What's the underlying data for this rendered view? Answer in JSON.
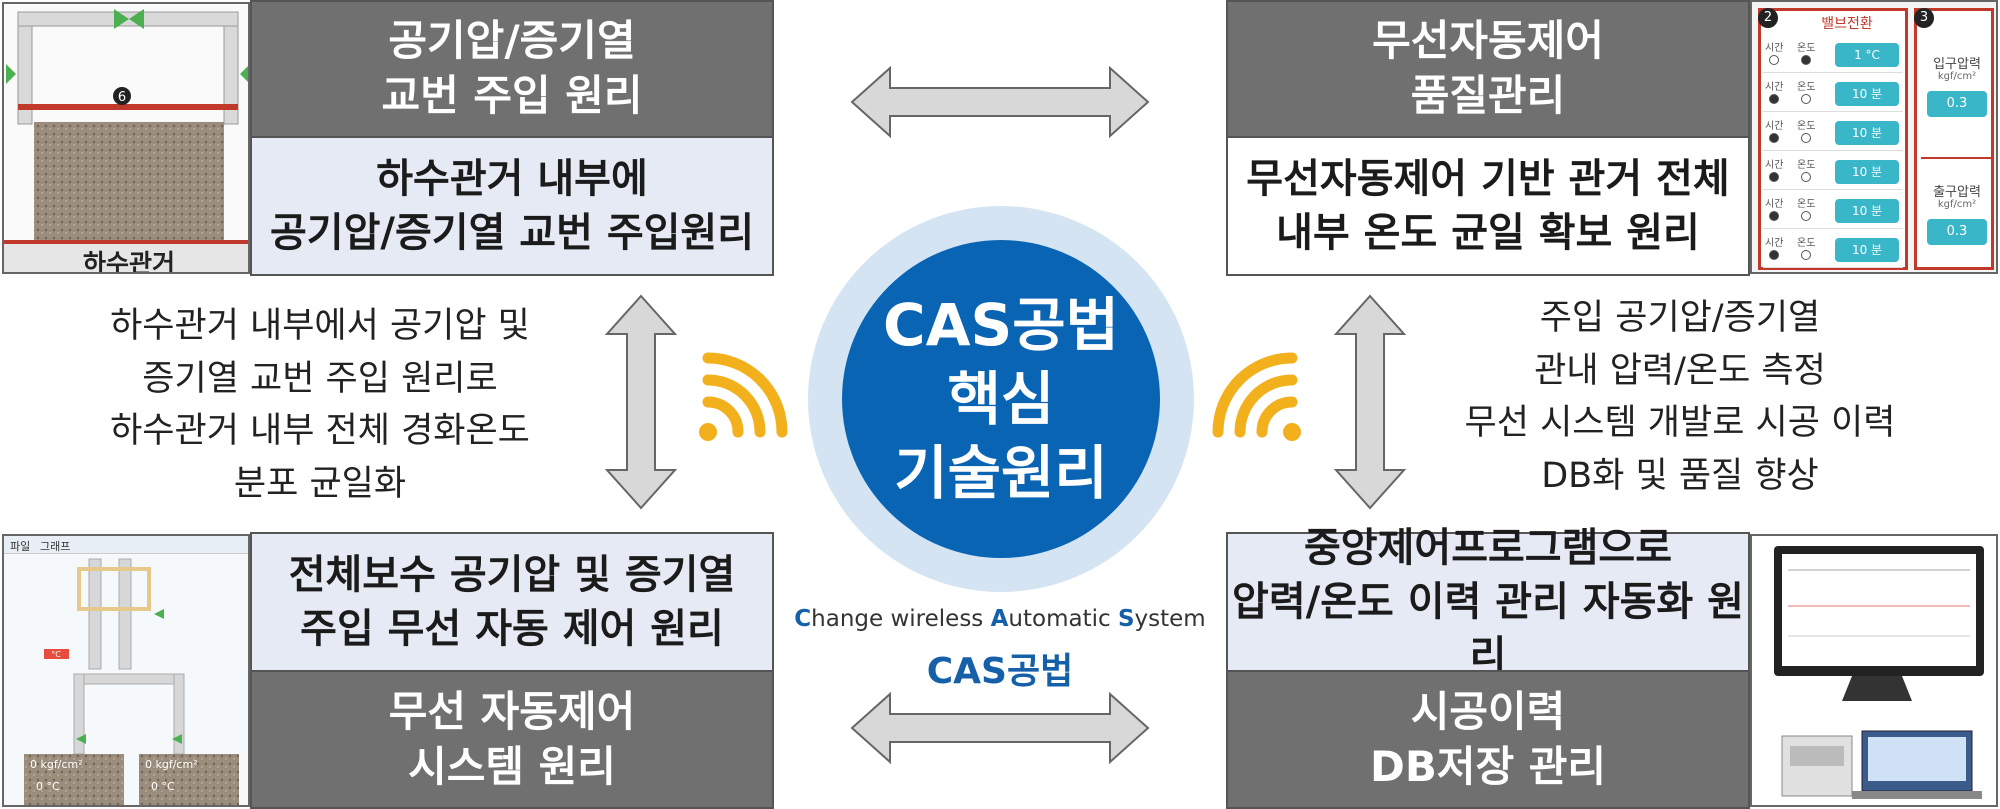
{
  "center": {
    "title": "CAS공법\n핵심\n기술원리",
    "full_name_parts": [
      {
        "cap": "C",
        "rest": "hange wireless "
      },
      {
        "cap": "A",
        "rest": "utomatic "
      },
      {
        "cap": "S",
        "rest": "ystem"
      }
    ],
    "cas_label": "CAS공법"
  },
  "top_left": {
    "header": "공기압/증기열\n교번 주입 원리",
    "body": "하수관거 내부에\n공기압/증기열 교번 주입원리",
    "image_label": "하수관거",
    "image_marker": "6"
  },
  "top_right": {
    "header": "무선자동제어\n품질관리",
    "body": "무선자동제어 기반 관거 전체\n내부 온도 균일 확보 원리",
    "panel2": {
      "number": "2",
      "title": "밸브전환",
      "row_labels": [
        "시간",
        "온도"
      ],
      "values": [
        "1 °C",
        "10 분",
        "10 분",
        "10 분",
        "10 분",
        "10 분"
      ]
    },
    "panel3": {
      "number": "3",
      "inlet_label": "입구압력",
      "outlet_label": "출구압력",
      "unit": "kgf/cm²",
      "inlet_value": "0.3",
      "outlet_value": "0.3"
    }
  },
  "bottom_left": {
    "header": "전체보수 공기압 및 증기열\n주입 무선 자동 제어 원리",
    "footer": "무선 자동제어\n시스템 원리",
    "screen": {
      "menu": [
        "파일",
        "그래프"
      ],
      "left_reading": [
        "0 kgf/cm²",
        "0 °C"
      ],
      "right_reading": [
        "0 kgf/cm²",
        "0 °C"
      ]
    }
  },
  "bottom_right": {
    "header": "중앙제어프로그램으로\n압력/온도 이력 관리 자동화 원리",
    "footer": "시공이력\nDB저장 관리"
  },
  "left_text": "하수관거 내부에서 공기압 및\n증기열 교번 주입 원리로\n하수관거 내부 전체 경화온도\n분포 균일화",
  "right_text": "주입 공기압/증기열\n관내 압력/온도 측정\n무선 시스템 개발로 시공 이력\nDB화 및 품질 향상",
  "colors": {
    "header_gray": "#707070",
    "body_light": "#e6eaf5",
    "circle_blue": "#0a64b4",
    "circle_halo": "#d4e4f3",
    "wifi_orange": "#f2b11c",
    "arrow_gray": "#d8d8d8"
  }
}
